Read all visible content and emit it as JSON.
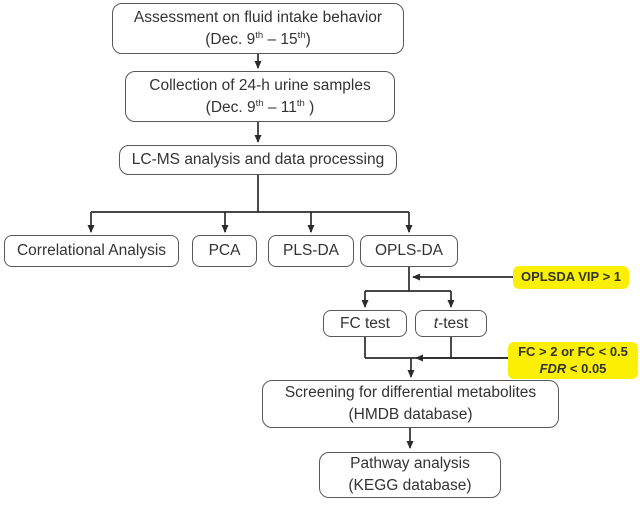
{
  "diagram": {
    "boxes": {
      "assessment": {
        "title": "Assessment on fluid intake behavior",
        "date": {
          "open": "(Dec. 9",
          "sup1": "th",
          "mid": " – 15",
          "sup2": "th",
          "close": ")"
        }
      },
      "collection": {
        "title": "Collection of 24-h urine samples",
        "date": {
          "open": "(Dec. 9",
          "sup1": "th",
          "mid": " – 11",
          "sup2": "th",
          "close": " )"
        }
      },
      "lcms": {
        "title": "LC-MS analysis and data processing"
      },
      "correlational": {
        "title": "Correlational Analysis"
      },
      "pca": {
        "title": "PCA"
      },
      "plsda": {
        "title": "PLS-DA"
      },
      "oplsda": {
        "title": "OPLS-DA"
      },
      "fc_test": {
        "title": "FC test"
      },
      "t_test": {
        "italic": "t",
        "rest": "-test"
      },
      "screening": {
        "title": "Screening for differential metabolites",
        "subtitle": "(HMDB database)"
      },
      "pathway": {
        "title": "Pathway analysis",
        "subtitle": "(KEGG database)"
      }
    },
    "notes": {
      "vip": {
        "text": "OPLSDA VIP > 1"
      },
      "fc_fdr": {
        "line1": "FC > 2 or FC < 0.5",
        "line2_italic": "FDR",
        "line2_rest": " < 0.05"
      }
    },
    "colors": {
      "note_bg": "#fbf003",
      "box_border": "#58595b",
      "line": "#2b2b2b",
      "text": "#333333"
    }
  }
}
